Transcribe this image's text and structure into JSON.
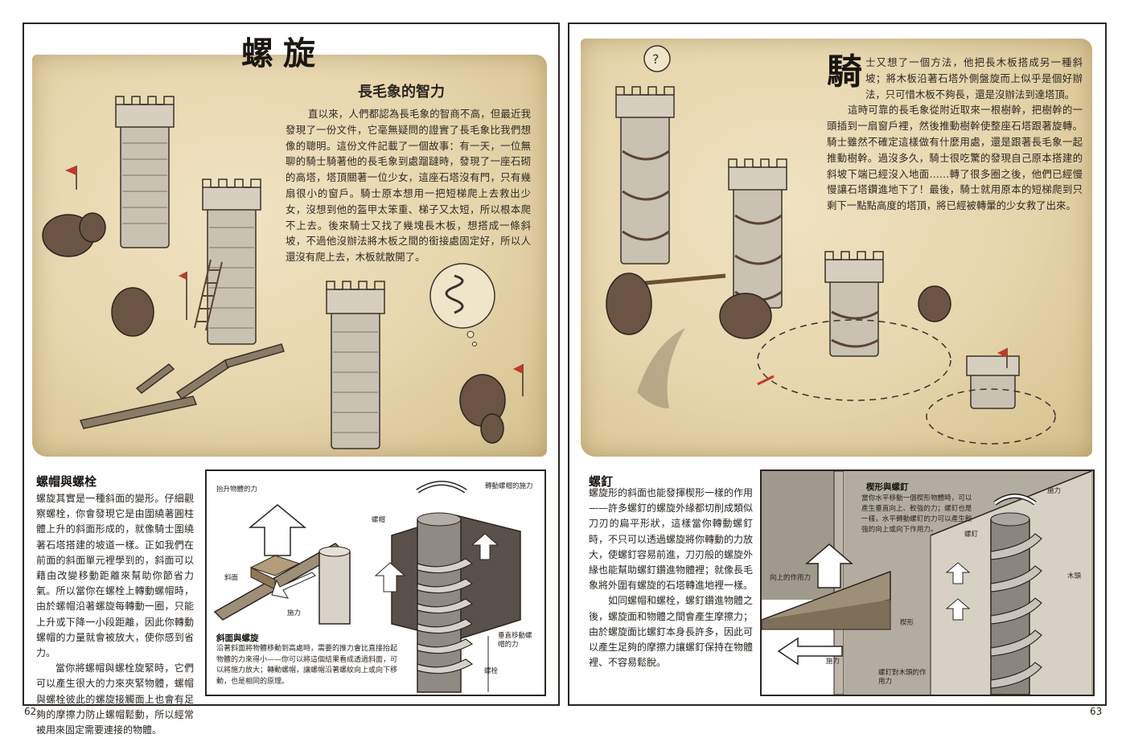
{
  "left_page": {
    "title": "螺旋",
    "subtitle": "長毛象的智力",
    "story": "直以來，人們都認為長毛象的智商不高，但最近我發現了一份文件，它毫無疑問的證實了長毛象比我們想像的聰明。這份文件記載了一個故事：有一天，一位無聊的騎士騎著他的長毛象到處蹓躂時，發現了一座石砌的高塔，塔頂關著一位少女，這座石塔沒有門，只有幾扇很小的窗戶。騎士原本想用一把短梯爬上去救出少女，沒想到他的盔甲太笨重、梯子又太短，所以根本爬不上去。後來騎士又找了幾塊長木板，想搭成一條斜坡，不過他沒辦法將木板之間的銜接處固定好，所以人還沒有爬上去，木板就散開了。",
    "section_heading": "螺帽與螺栓",
    "section_p1": "螺旋其實是一種斜面的變形。仔細觀察螺栓，你會發現它是由圍繞著圓柱體上升的斜面形成的，就像騎士圍繞著石塔搭建的坡道一樣。正如我們在前面的斜面單元裡學到的，斜面可以藉由改變移動距離來幫助你節省力氣。所以當你在螺栓上轉動螺帽時，由於螺帽沿著螺旋每轉動一圈，只能上升或下降一小段距離，因此你轉動螺帽的力量就會被放大，使你感到省力。",
    "section_p2": "當你將螺帽與螺栓旋緊時，它們可以產生很大的力來夾緊物體，螺帽與螺栓彼此的螺旋接觸面上也會有足夠的摩擦力防止螺帽鬆動，所以經常被用來固定需要連接的物體。",
    "diagram": {
      "label_lift": "抬升物體的力",
      "label_slope": "斜面",
      "label_applied": "施力",
      "label_nut": "螺帽",
      "label_turn": "轉動螺帽的施力",
      "label_vertical": "垂直移動螺帽的力",
      "label_bolt": "螺栓",
      "caption_title": "斜面與螺旋",
      "caption_body": "沿著斜面將物體移動到高處時，需要的推力會比直接抬起物體的力來得小——你可以將這個結果看成透過斜面，可以將施力放大；轉動螺帽，讓螺帽沿著螺紋向上或向下移動，也是相同的原理。"
    },
    "page_number": "62"
  },
  "right_page": {
    "dropcap": "騎",
    "story_p1": "士又想了一個方法，他把長木板搭成另一種斜坡；將木板沿著石塔外側盤旋而上似乎是個好辦法，只可惜木板不夠長，還是沒辦法到達塔頂。",
    "story_p2": "這時可靠的長毛象從附近取來一根樹幹，把樹幹的一頭插到一扇窗戶裡，然後推動樹幹使整座石塔跟著旋轉。騎士雖然不確定這樣做有什麼用處，還是跟著長毛象一起推動樹幹。過沒多久，騎士很吃驚的發現自己原本搭建的斜坡下端已經沒入地面……轉了很多圈之後，他們已經慢慢讓石塔鑽進地下了！最後，騎士就用原本的短梯爬到只剩下一點點高度的塔頂，將已經被轉暈的少女救了出來。",
    "section_heading": "螺釘",
    "section_p1": "螺旋形的斜面也能發揮楔形一樣的作用——許多螺釘的螺旋外緣都切削成類似刀刃的扁平形狀，這樣當你轉動螺釘時，不只可以透過螺旋將你轉動的力放大，使螺釘容易前進，刀刃般的螺旋外緣也能幫助螺釘鑽進物體裡；就像長毛象將外圍有螺旋的石塔轉進地裡一樣。",
    "section_p2": "如同螺帽和螺栓，螺釘鑽進物體之後，螺旋面和物體之間會產生摩擦力；由於螺旋面比螺釘本身長許多，因此可以產生足夠的摩擦力讓螺釘保持在物體裡、不容易鬆脫。",
    "diagram": {
      "caption_title": "楔形與螺釘",
      "caption_body": "當你水平移動一個楔形物體時，可以產生垂直向上、較強的力；螺釘也是一樣，水平轉動螺釘的力可以產生較強的向上或向下作用力。",
      "label_applied_top": "施力",
      "label_screw": "螺釘",
      "label_upward": "向上的作用力",
      "label_wood": "木頭",
      "label_wedge": "楔形",
      "label_applied_bottom": "施力",
      "label_screw_wood": "螺釘對木頭的作用力"
    },
    "page_number": "63"
  },
  "colors": {
    "parchment": "#e6d5ac",
    "ink": "#2a2520",
    "stone": "#b9b3a6",
    "wood": "#8a7b66",
    "flag_red": "#c0392b"
  }
}
